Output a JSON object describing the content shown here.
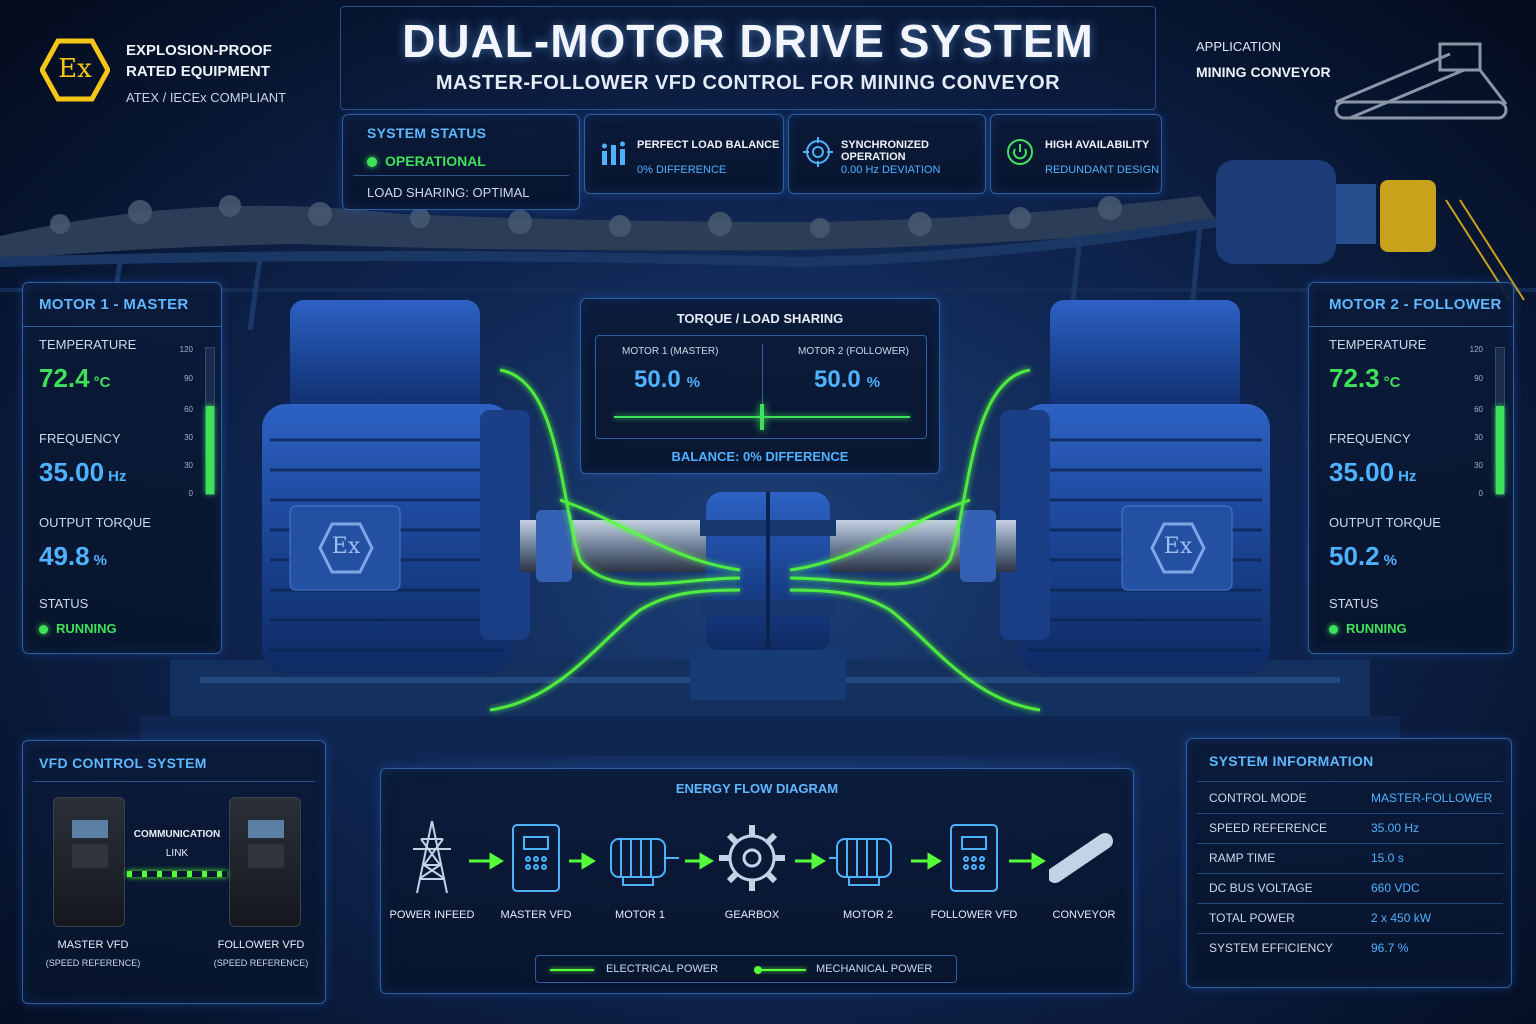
{
  "header": {
    "title": "DUAL-MOTOR DRIVE SYSTEM",
    "subtitle": "MASTER-FOLLOWER VFD CONTROL FOR MINING CONVEYOR"
  },
  "ex_badge": {
    "symbol": "Ex",
    "line1": "EXPLOSION-PROOF",
    "line2": "RATED EQUIPMENT",
    "line3": "ATEX / IECEx COMPLIANT"
  },
  "application": {
    "label": "APPLICATION",
    "value": "MINING CONVEYOR"
  },
  "system_status": {
    "title": "SYSTEM STATUS",
    "state": "OPERATIONAL",
    "load_sharing": "LOAD SHARING: OPTIMAL"
  },
  "features": [
    {
      "title": "PERFECT LOAD BALANCE",
      "value": "0% DIFFERENCE",
      "icon": "balance-bars-icon"
    },
    {
      "title": "SYNCHRONIZED OPERATION",
      "value": "0.00 Hz DEVIATION",
      "icon": "target-icon"
    },
    {
      "title": "HIGH AVAILABILITY",
      "value": "REDUNDANT DESIGN",
      "icon": "power-icon"
    }
  ],
  "motor1": {
    "title": "MOTOR 1 - MASTER",
    "temperature_label": "TEMPERATURE",
    "temperature": "72.4",
    "temperature_unit": "°C",
    "frequency_label": "FREQUENCY",
    "frequency": "35.00",
    "frequency_unit": "Hz",
    "torque_label": "OUTPUT TORQUE",
    "torque": "49.8",
    "torque_unit": "%",
    "status_label": "STATUS",
    "status": "RUNNING",
    "gauge_ticks": [
      "120",
      "90",
      "60",
      "30",
      "30",
      "0"
    ],
    "gauge_level": 0.6
  },
  "motor2": {
    "title": "MOTOR 2 - FOLLOWER",
    "temperature_label": "TEMPERATURE",
    "temperature": "72.3",
    "temperature_unit": "°C",
    "frequency_label": "FREQUENCY",
    "frequency": "35.00",
    "frequency_unit": "Hz",
    "torque_label": "OUTPUT TORQUE",
    "torque": "50.2",
    "torque_unit": "%",
    "status_label": "STATUS",
    "status": "RUNNING",
    "gauge_ticks": [
      "120",
      "90",
      "60",
      "30",
      "30",
      "0"
    ],
    "gauge_level": 0.6
  },
  "motor_plates": {
    "symbol": "Ex"
  },
  "torque_sharing": {
    "title": "TORQUE / LOAD SHARING",
    "m1_label": "MOTOR 1 (MASTER)",
    "m1_value": "50.0",
    "m1_unit": "%",
    "m2_label": "MOTOR 2 (FOLLOWER)",
    "m2_value": "50.0",
    "m2_unit": "%",
    "balance": "BALANCE: 0% DIFFERENCE"
  },
  "vfd_control": {
    "title": "VFD CONTROL SYSTEM",
    "link_line1": "COMMUNICATION",
    "link_line2": "LINK",
    "master_label": "MASTER VFD",
    "master_sub": "(SPEED REFERENCE)",
    "follower_label": "FOLLOWER VFD",
    "follower_sub": "(SPEED REFERENCE)"
  },
  "energy_flow": {
    "title": "ENERGY FLOW DIAGRAM",
    "nodes": [
      {
        "label": "POWER INFEED",
        "icon": "transmission-tower-icon"
      },
      {
        "label": "MASTER VFD",
        "icon": "vfd-drive-icon"
      },
      {
        "label": "MOTOR 1",
        "icon": "motor-icon"
      },
      {
        "label": "GEARBOX",
        "icon": "gear-icon"
      },
      {
        "label": "MOTOR 2",
        "icon": "motor-icon"
      },
      {
        "label": "FOLLOWER VFD",
        "icon": "vfd-drive-icon"
      },
      {
        "label": "CONVEYOR",
        "icon": "conveyor-icon"
      }
    ],
    "legend_electrical": "ELECTRICAL POWER",
    "legend_mechanical": "MECHANICAL POWER"
  },
  "system_info": {
    "title": "SYSTEM INFORMATION",
    "rows": [
      {
        "key": "CONTROL MODE",
        "value": "MASTER-FOLLOWER"
      },
      {
        "key": "SPEED REFERENCE",
        "value": "35.00 Hz"
      },
      {
        "key": "RAMP TIME",
        "value": "15.0 s"
      },
      {
        "key": "DC BUS VOLTAGE",
        "value": "660 VDC"
      },
      {
        "key": "TOTAL POWER",
        "value": "2 x 450 kW"
      },
      {
        "key": "SYSTEM EFFICIENCY",
        "value": "96.7 %"
      }
    ]
  },
  "colors": {
    "accent_blue": "#4fb2ff",
    "ok_green": "#3fe05a",
    "ex_yellow": "#f5c518",
    "motor_blue": "#1f4fa8"
  }
}
